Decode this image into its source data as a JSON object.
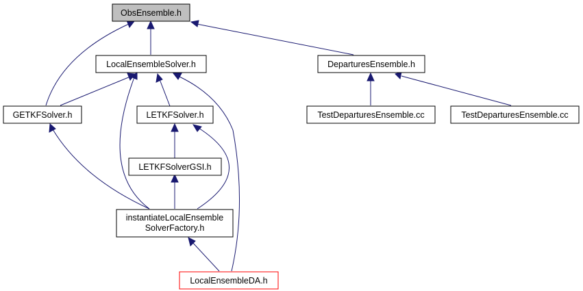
{
  "colors": {
    "edge": "#191970",
    "root_fill": "#bfbfbf",
    "highlight_border": "#ff0000"
  },
  "nodes": {
    "obs_ensemble_h": "ObsEnsemble.h",
    "local_ensemble_solver_h": "LocalEnsembleSolver.h",
    "departures_ensemble_h": "DeparturesEnsemble.h",
    "getkf_solver_h": "GETKFSolver.h",
    "letkf_solver_h": "LETKFSolver.h",
    "test_departures_ensemble_cc_1": "TestDeparturesEnsemble.cc",
    "test_departures_ensemble_cc_2": "TestDeparturesEnsemble.cc",
    "letkf_solver_gsi_h": "LETKFSolverGSI.h",
    "instantiate_factory_line1": "instantiateLocalEnsemble",
    "instantiate_factory_line2": "SolverFactory.h",
    "local_ensemble_da_h": "LocalEnsembleDA.h"
  }
}
